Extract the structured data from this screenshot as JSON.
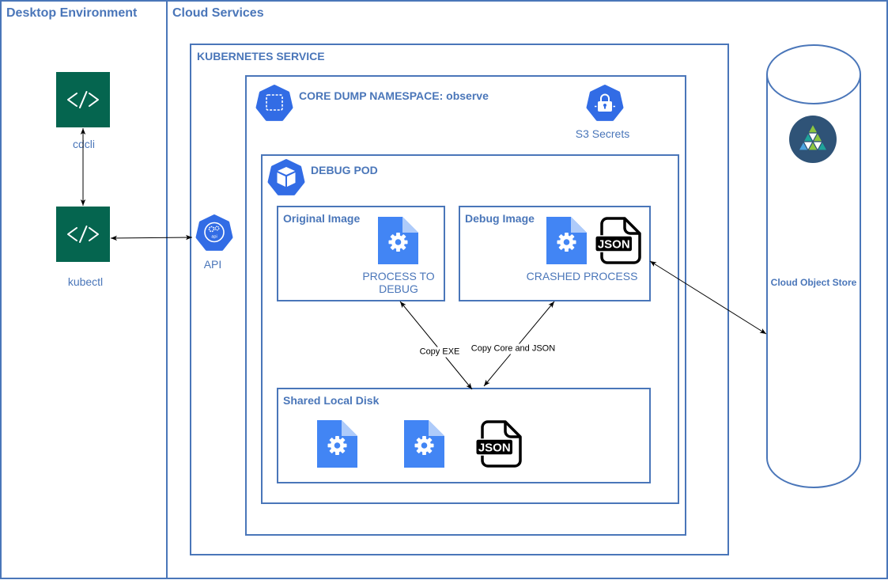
{
  "colors": {
    "border": "#4a76b9",
    "text": "#4a76b9",
    "code_green": "#05654f",
    "k8s_blue": "#326ce5",
    "file_blue": "#4285f4",
    "file_fold": "#aecbfa",
    "store_navy": "#2f5377",
    "edge": "#000000"
  },
  "desktop": {
    "title": "Desktop Environment",
    "tools": [
      {
        "label": "cdcli",
        "icon": "code-icon"
      },
      {
        "label": "kubectl",
        "icon": "code-icon"
      }
    ]
  },
  "cloud": {
    "title": "Cloud Services"
  },
  "kubernetes": {
    "title": "KUBERNETES SERVICE",
    "api": {
      "label": "API",
      "icon": "kubernetes-api-icon",
      "icon_text": "api"
    }
  },
  "namespace": {
    "title": "CORE DUMP NAMESPACE: observe",
    "icon": "kubernetes-namespace-icon",
    "secrets": {
      "label": "S3 Secrets",
      "icon": "kubernetes-secret-icon"
    }
  },
  "debug_pod": {
    "title": "DEBUG POD",
    "icon": "kubernetes-pod-icon",
    "original_image": {
      "title": "Original Image",
      "file_label": "PROCESS TO DEBUG",
      "icon": "executable-file-icon"
    },
    "debug_image": {
      "title": "Debug Image",
      "file_label": "CRASHED PROCESS",
      "icons": [
        "executable-file-icon",
        "json-file-icon"
      ]
    },
    "shared_disk": {
      "title": "Shared Local Disk",
      "icons": [
        "executable-file-icon",
        "executable-file-icon",
        "json-file-icon"
      ]
    }
  },
  "object_store": {
    "label": "Cloud Object Store",
    "icon": "object-storage-icon"
  },
  "json_badge": "JSON",
  "edges": {
    "copy_exe": "Copy EXE",
    "copy_core_json": "Copy Core and JSON"
  }
}
